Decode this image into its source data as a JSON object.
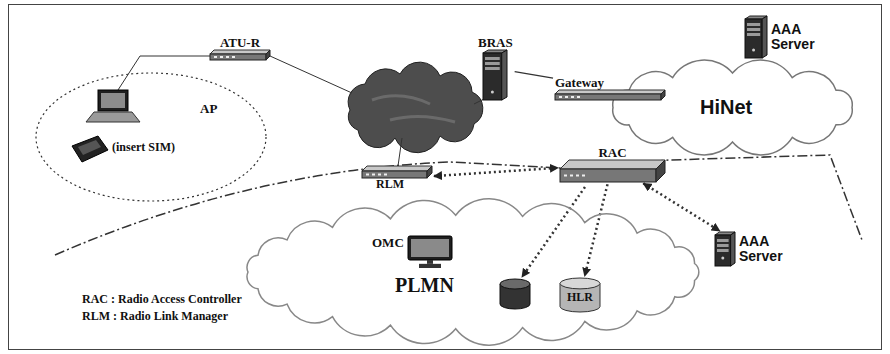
{
  "diagram": {
    "nodes": [
      {
        "text": [
          "AP"
        ]
      },
      {
        "text": [
          "ATU-R"
        ]
      },
      {
        "text": [
          "BRAS"
        ]
      },
      {
        "text": [
          "AAA Server"
        ]
      },
      {
        "text": [
          "HiNet"
        ]
      },
      {
        "text": [
          "Gateway"
        ]
      },
      {
        "text": [
          "PLMN"
        ]
      },
      {
        "text": [
          "RLM"
        ]
      },
      {
        "text": [
          "OMC"
        ],
        "in": 6
      },
      {
        "text": [
          "RAC"
        ]
      },
      {
        "text": [
          "HLR"
        ],
        "in": 6
      },
      {
        "text": [
          "AAA Server"
        ]
      }
    ],
    "edges": [
      {
        "from": 2,
        "to": 5,
        "arrow": "none"
      },
      {
        "from": 7,
        "to": 9,
        "arrow": "both"
      },
      {
        "from": 9,
        "to": 10,
        "arrow": "to"
      },
      {
        "from": 9,
        "to": 11,
        "arrow": "both"
      }
    ],
    "labels": [
      "(insert SIM)",
      "RAC : Radio Access Controller",
      "RLM : Radio Link Manager"
    ]
  }
}
